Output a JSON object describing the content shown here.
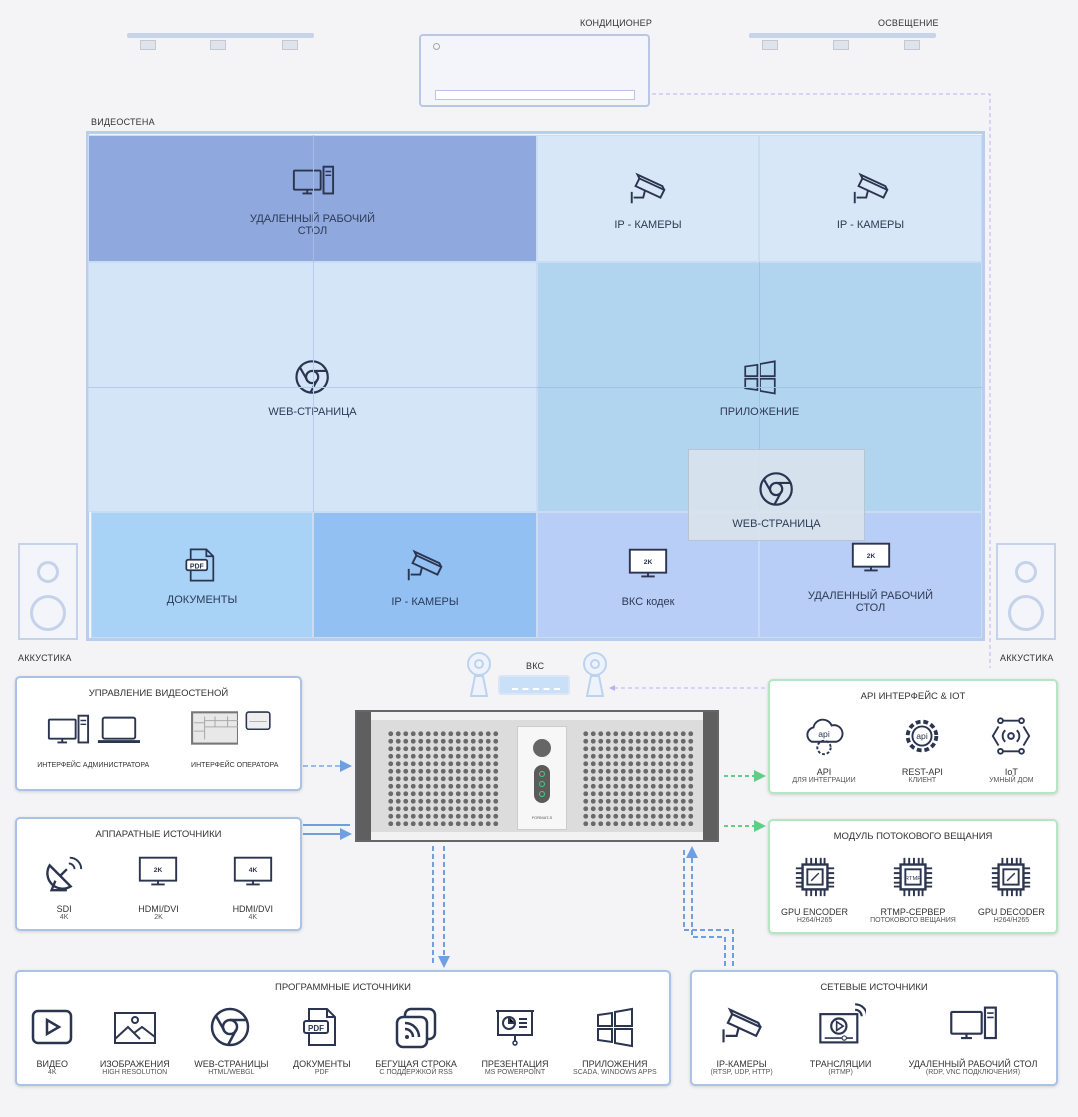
{
  "top": {
    "ac_label": "КОНДИЦИОНЕР",
    "light_label": "ОСВЕЩЕНИЕ",
    "videowall_label": "ВИДЕОСТЕНА"
  },
  "wall": {
    "remote_desktop": "УДАЛЕННЫЙ РАБОЧИЙ СТОЛ",
    "ip_cam_1": "IP - КАМЕРЫ",
    "ip_cam_2": "IP - КАМЕРЫ",
    "web": "WEB-СТРАНИЦА",
    "app": "ПРИЛОЖЕНИЕ",
    "web_overlay": "WEB-СТРАНИЦА",
    "docs": "ДОКУМЕНТЫ",
    "ip_cam_3": "IP - КАМЕРЫ",
    "vks_codec": "ВКС кодек",
    "remote_desktop_2": "УДАЛЕННЫЙ РАБОЧИЙ СТОЛ",
    "res_2k": "2K"
  },
  "speakers": {
    "left": "АККУСТИКА",
    "right": "АККУСТИКА"
  },
  "vks": {
    "label": "ВКС"
  },
  "control": {
    "title": "УПРАВЛЕНИЕ ВИДЕОСТЕНОЙ",
    "items": [
      {
        "name": "ИНТЕРФЕЙС АДМИНИСТРАТОРА"
      },
      {
        "name": "ИНТЕРФЕЙС ОПЕРАТОРА"
      }
    ]
  },
  "hardware": {
    "title": "АППАРАТНЫЕ ИСТОЧНИКИ",
    "items": [
      {
        "name": "SDI",
        "sub": "4K"
      },
      {
        "name": "HDMI/DVI",
        "sub": "2K",
        "badge": "2K"
      },
      {
        "name": "HDMI/DVI",
        "sub": "4K",
        "badge": "4K"
      }
    ]
  },
  "api": {
    "title": "API ИНТЕРФЕЙС & IOT",
    "items": [
      {
        "name": "API",
        "sub": "ДЛЯ ИНТЕГРАЦИИ"
      },
      {
        "name": "REST-API",
        "sub": "КЛИЕНТ"
      },
      {
        "name": "IoT",
        "sub": "УМНЫЙ ДОМ"
      }
    ]
  },
  "stream": {
    "title": "МОДУЛЬ ПОТОКОВОГО ВЕЩАНИЯ",
    "items": [
      {
        "name": "GPU ENCODER",
        "sub": "H264/H265"
      },
      {
        "name": "RTMP-СЕРВЕР",
        "sub": "ПОТОКОВОГО ВЕЩАНИЯ",
        "badge": "RTMP"
      },
      {
        "name": "GPU DECODER",
        "sub": "H264/H265"
      }
    ]
  },
  "software": {
    "title": "ПРОГРАММНЫЕ ИСТОЧНИКИ",
    "items": [
      {
        "name": "ВИДЕО",
        "sub": "4K",
        "icon": "video"
      },
      {
        "name": "ИЗОБРАЖЕНИЯ",
        "sub": "HIGH RESOLUTION",
        "icon": "image"
      },
      {
        "name": "WEB-СТРАНИЦЫ",
        "sub": "HTML/WEBGL",
        "icon": "chrome"
      },
      {
        "name": "ДОКУМЕНТЫ",
        "sub": "PDF",
        "icon": "pdf"
      },
      {
        "name": "БЕГУЩАЯ СТРОКА",
        "sub": "С ПОДДЕРЖКОЙ RSS",
        "icon": "rss"
      },
      {
        "name": "ПРЕЗЕНТАЦИЯ",
        "sub": "MS POWERPOINT",
        "icon": "presentation"
      },
      {
        "name": "ПРИЛОЖЕНИЯ",
        "sub": "SCADA, WINDOWS APPS",
        "icon": "windows"
      }
    ]
  },
  "network": {
    "title": "СЕТЕВЫЕ ИСТОЧНИКИ",
    "items": [
      {
        "name": "IP-КАМЕРЫ",
        "sub": "(RTSP, UDP, HTTP)",
        "icon": "camera"
      },
      {
        "name": "ТРАНСЛЯЦИИ",
        "sub": "(RTMP)",
        "icon": "broadcast"
      },
      {
        "name": "УДАЛЕННЫЙ РАБОЧИЙ СТОЛ",
        "sub": "(RDP, VNC ПОДКЛЮЧЕНИЯ)",
        "icon": "desktop"
      }
    ]
  },
  "server": {
    "brand": "FORMAT-S"
  },
  "colors": {
    "line_blue": "#6e9fe0",
    "line_green": "#5fcf85",
    "line_purple": "#b7b4ee",
    "icon": "#2c3550"
  }
}
